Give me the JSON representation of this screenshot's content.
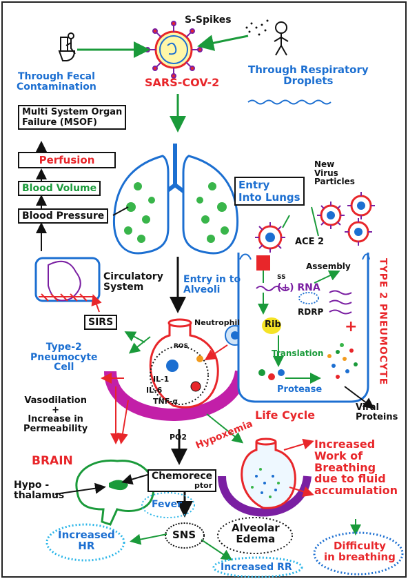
{
  "colors": {
    "red": "#e8262a",
    "green": "#1a9a3a",
    "blue": "#1c6fd1",
    "purple": "#7a1fa2",
    "cyan": "#29b5e8",
    "black": "#111111",
    "lung_green": "#39b54a",
    "orange": "#f29b1d"
  },
  "virus": {
    "name": "SARS-COV-2",
    "spike_label": "S-Spikes"
  },
  "transmission": {
    "fecal": [
      "Through Fecal",
      "Contamination"
    ],
    "respiratory": [
      "Through Respiratory",
      "Droplets"
    ]
  },
  "left_chain": {
    "msof": [
      "Multi System Organ",
      "Failure (MSOF)"
    ],
    "perfusion": "Perfusion",
    "blood_volume": "Blood Volume",
    "blood_pressure": "Blood Pressure",
    "circulatory": [
      "Circulatory",
      "System"
    ],
    "sirs": "SIRS"
  },
  "lungs": {
    "entry_lungs": [
      "Entry",
      "Into Lungs"
    ],
    "entry_alveoli": [
      "Entry in to",
      "Alveoli"
    ]
  },
  "cell": {
    "new_virus": [
      "New",
      "Virus",
      "Particles"
    ],
    "ace2": "ACE 2",
    "assembly": "Assembly",
    "ss": "SS",
    "rna": "(+) RNA",
    "rdrp": "RDRP",
    "rib": "Rib",
    "translation": "Translation",
    "protease": "Protease",
    "viral_proteins": [
      "Viral",
      "Proteins"
    ],
    "type2": "TYPE 2 PNEUMOCYTE",
    "life_cycle": "Life Cycle"
  },
  "alveolus": {
    "neutrophil": "Neutrophil",
    "ros": "ROS",
    "il1": "IL-1",
    "il6": "IL-6",
    "tnf": "TNF-α",
    "po2": "PO2",
    "hypoxemia": "Hypoxemia",
    "type2_cell": [
      "Type-2",
      "Pneumocyte",
      "Cell"
    ]
  },
  "effects": {
    "vasodilation": [
      "Vasodilation",
      "+",
      "Increase in",
      "Permeability"
    ],
    "brain": "BRAIN",
    "hypothalamus": [
      "Hypo -",
      "thalamus"
    ],
    "chemoreceptor": [
      "Chemorece",
      "ptor"
    ],
    "fever": "Fever",
    "sns": "SNS",
    "increased_hr": [
      "Increased",
      "HR"
    ],
    "increased_rr": "Increased RR",
    "alveolar_edema": [
      "Alveolar",
      "Edema"
    ],
    "work_of_breathing": [
      "Increased",
      "Work of",
      "Breathing",
      "due to fluid",
      "accumulation"
    ],
    "difficulty": [
      "Difficulty",
      "in breathing"
    ]
  }
}
